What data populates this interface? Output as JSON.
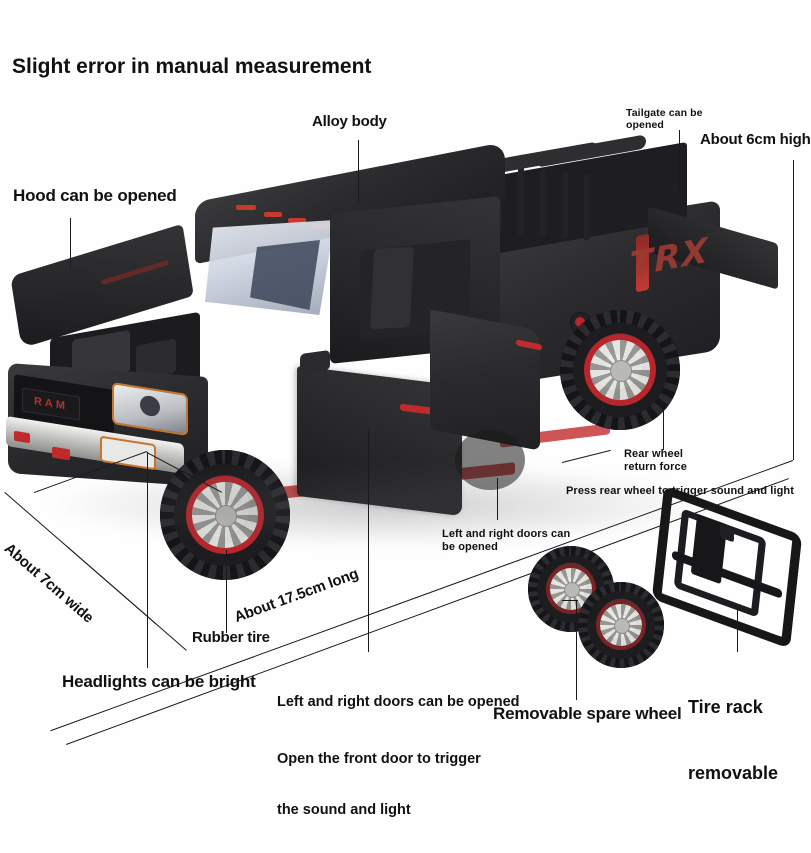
{
  "page": {
    "title": "Slight error in manual measurement",
    "background": "#ffffff",
    "text_color": "#111111",
    "accent_red": "#b7262b",
    "body_color": "#2a2a2c"
  },
  "callouts": {
    "alloy_body": "Alloy body",
    "tailgate": "Tailgate can be\nopened",
    "height": "About 6cm high",
    "hood": "Hood can be opened",
    "rear_wheel_return": "Rear wheel\nreturn force",
    "press_rear_wheel": "Press rear wheel to trigger sound and light",
    "doors_small": "Left and right doors can\nbe opened",
    "width": "About 7cm wide",
    "length": "About 17.5cm long",
    "rubber_tire": "Rubber tire",
    "headlights": "Headlights can be bright",
    "doors_big_line1": "Left and right doors can be opened",
    "doors_big_line2": "Open the front door to trigger",
    "doors_big_line3": "the sound and light",
    "spare_wheel": "Removable spare wheel",
    "tire_rack_line1": "Tire rack",
    "tire_rack_line2": "removable"
  },
  "vehicle": {
    "brand_badge": "RAM",
    "bed_decal": "TRX",
    "finish": "matte black",
    "rim_accent": "#b7262b"
  },
  "accessories": {
    "spare_wheel_count": 2,
    "tire_rack_color": "#17171a"
  }
}
